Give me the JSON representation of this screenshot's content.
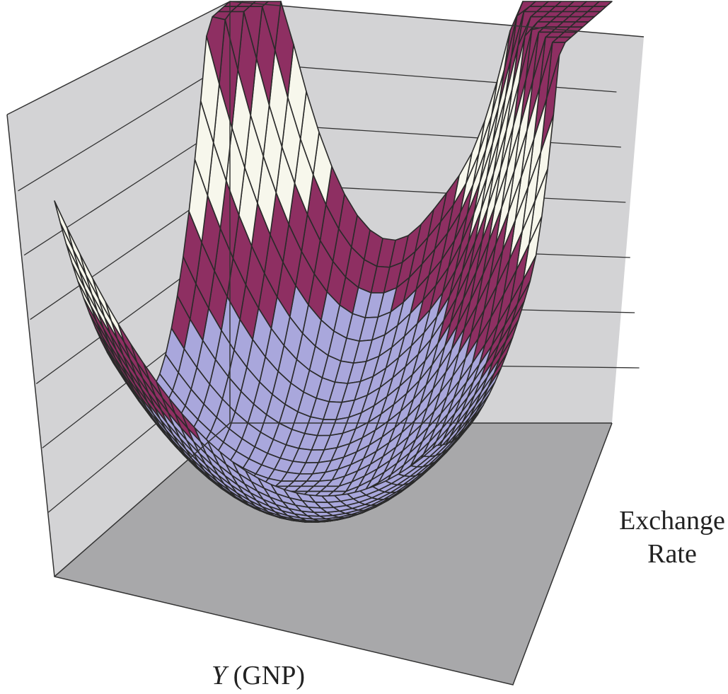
{
  "chart_data": {
    "type": "surface",
    "xlabel_italic": "Y",
    "xlabel_rest": " (GNP)",
    "ylabel_lines": [
      "Exchange",
      "Rate"
    ],
    "z_gridlines": 7,
    "colors": {
      "wall": "#d3d3d5",
      "floor": "#a8a8aa",
      "mesh": "#2a2a2a",
      "band_low": "#a9a7dc",
      "band_mid": "#8e2f62",
      "band_high": "#f7f7ec"
    },
    "bands": [
      {
        "max": 0.33,
        "color_key": "band_low"
      },
      {
        "max": 0.55,
        "color_key": "band_mid"
      },
      {
        "max": 0.86,
        "color_key": "band_high"
      },
      {
        "max": 1.0,
        "color_key": "band_mid"
      }
    ],
    "surface": "valley-shaped; lowest near the middle of the floor, rising steeply toward the far-left and far-right corners"
  }
}
